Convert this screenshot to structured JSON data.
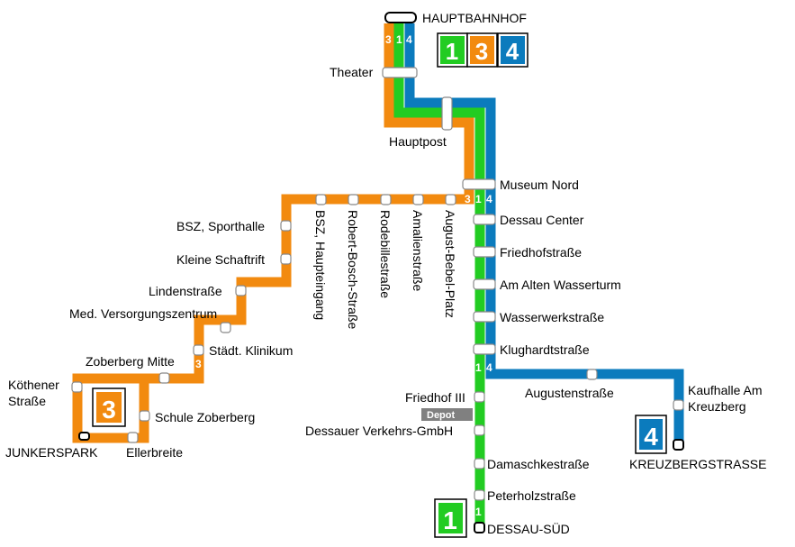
{
  "colors": {
    "line1": "#22cc22",
    "line3": "#f28a0f",
    "line4": "#0b7bbd",
    "depot": "#808080",
    "stop_fill": "#ffffff",
    "stop_stroke": "#888888"
  },
  "lines": {
    "line1": {
      "number": "1",
      "badge_icon": "line-1-badge-icon"
    },
    "line3": {
      "number": "3",
      "badge_icon": "line-3-badge-icon"
    },
    "line4": {
      "number": "4",
      "badge_icon": "line-4-badge-icon"
    }
  },
  "stations": {
    "hauptbahnhof": "HAUPTBAHNHOF",
    "theater": "Theater",
    "hauptpost": "Hauptpost",
    "museum_nord": "Museum Nord",
    "dessau_center": "Dessau Center",
    "friedhofstrasse": "Friedhofstraße",
    "am_alten_wasserturm": "Am Alten Wasserturm",
    "wasserwerkstrasse": "Wasserwerkstraße",
    "klughardtstrasse": "Klughardtstraße",
    "augustenstrasse": "Augustenstraße",
    "kaufhalle_am_kreuzberg_1": "Kaufhalle Am",
    "kaufhalle_am_kreuzberg_2": "Kreuzberg",
    "kreuzbergstrasse": "KREUZBERGSTRASSE",
    "friedhof_iii": "Friedhof III",
    "dessauer_verkehrs_gmbh": "Dessauer Verkehrs-GmbH",
    "damaschkestrasse": "Damaschkestraße",
    "peterholzstrasse": "Peterholzstraße",
    "dessau_sued": "DESSAU-SÜD",
    "august_bebel_platz": "August-Bebel-Platz",
    "amalienstrasse": "Amalienstraße",
    "rodebillestrasse": "Rodebillestraße",
    "robert_bosch_strasse": "Robert-Bosch-Straße",
    "bsz_haupteingang": "BSZ, Haupteingang",
    "bsz_sporthalle": "BSZ, Sporthalle",
    "kleine_schaftrift": "Kleine Schaftrift",
    "lindenstrasse": "Lindenstraße",
    "med_versorgungszentrum": "Med. Versorgungszentrum",
    "staedt_klinikum": "Städt. Klinikum",
    "zoberberg_mitte": "Zoberberg Mitte",
    "koethener_strasse_1": "Köthener",
    "koethener_strasse_2": "Straße",
    "schule_zoberberg": "Schule Zoberberg",
    "junkerspark": "JUNKERSPARK",
    "ellerbreite": "Ellerbreite"
  },
  "depot_label": "Depot"
}
